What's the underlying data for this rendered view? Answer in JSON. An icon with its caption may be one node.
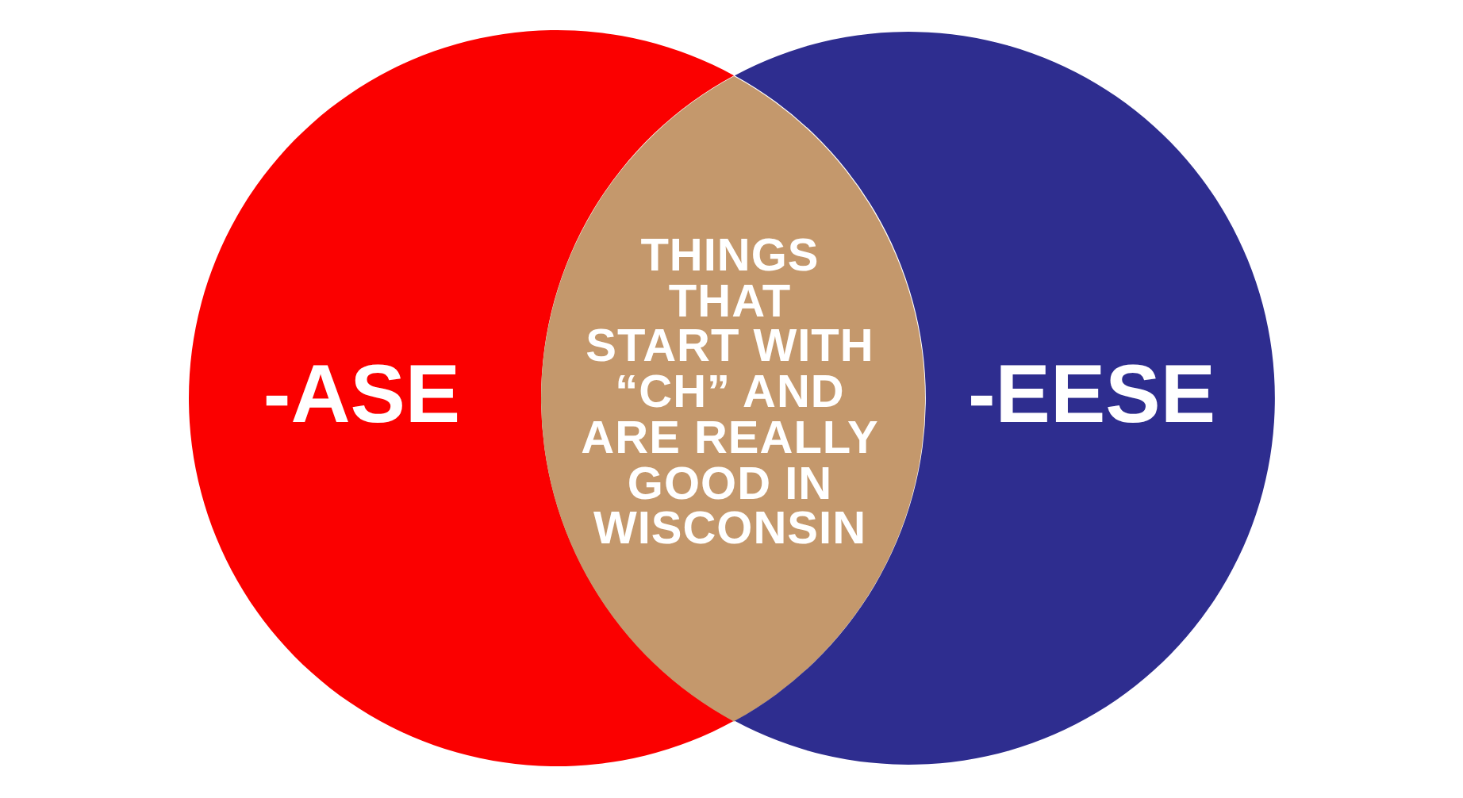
{
  "diagram": {
    "nodes": [
      {
        "text": [
          "-ASE"
        ]
      },
      {
        "text": [
          "THINGS THAT START WITH “CH” AND ARE REALLY GOOD IN WISCONSIN"
        ]
      },
      {
        "text": [
          "-EESE"
        ]
      }
    ]
  }
}
